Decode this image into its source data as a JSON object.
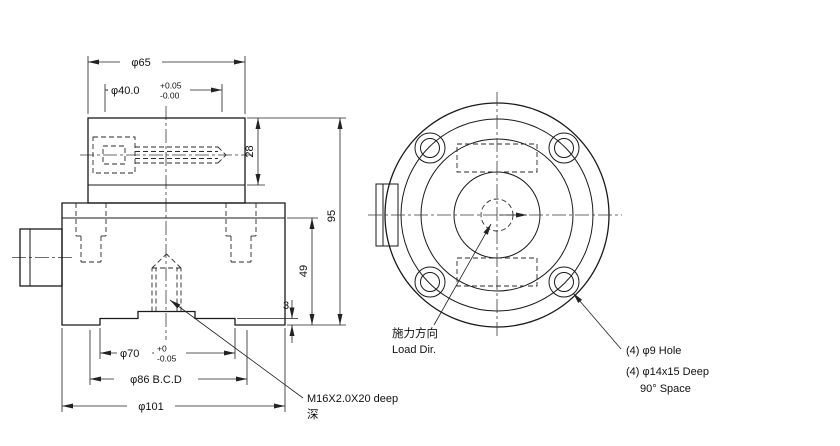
{
  "colors": {
    "line": "#1a1a1a",
    "dim_line": "#222222",
    "fill_light": "#e9e9e9",
    "fill_mid": "#e0e0e0",
    "fill_dark": "#dcdcdc",
    "background": "#ffffff"
  },
  "side_view": {
    "dims": {
      "phi65": "φ65",
      "phi40": "φ40.0",
      "phi40_tol_top": "+0.05",
      "phi40_tol_bottom": "-0.00",
      "h28": "28",
      "h95": "95",
      "h49": "49",
      "h3": "3",
      "phi70": "φ70",
      "phi70_tol_top": "+0",
      "phi70_tol_bottom": "-0.05",
      "phi86": "φ86 B.C.D",
      "phi101": "φ101"
    },
    "thread_note": {
      "line1": "M16X2.0X20 deep",
      "line2": "深"
    }
  },
  "top_view": {
    "load_direction": {
      "cjk": "施力方向",
      "en": "Load Dir."
    },
    "hole_note": {
      "line1": "(4) φ9 Hole",
      "line2": "(4) φ14x15 Deep",
      "line3": "90°  Space"
    }
  }
}
